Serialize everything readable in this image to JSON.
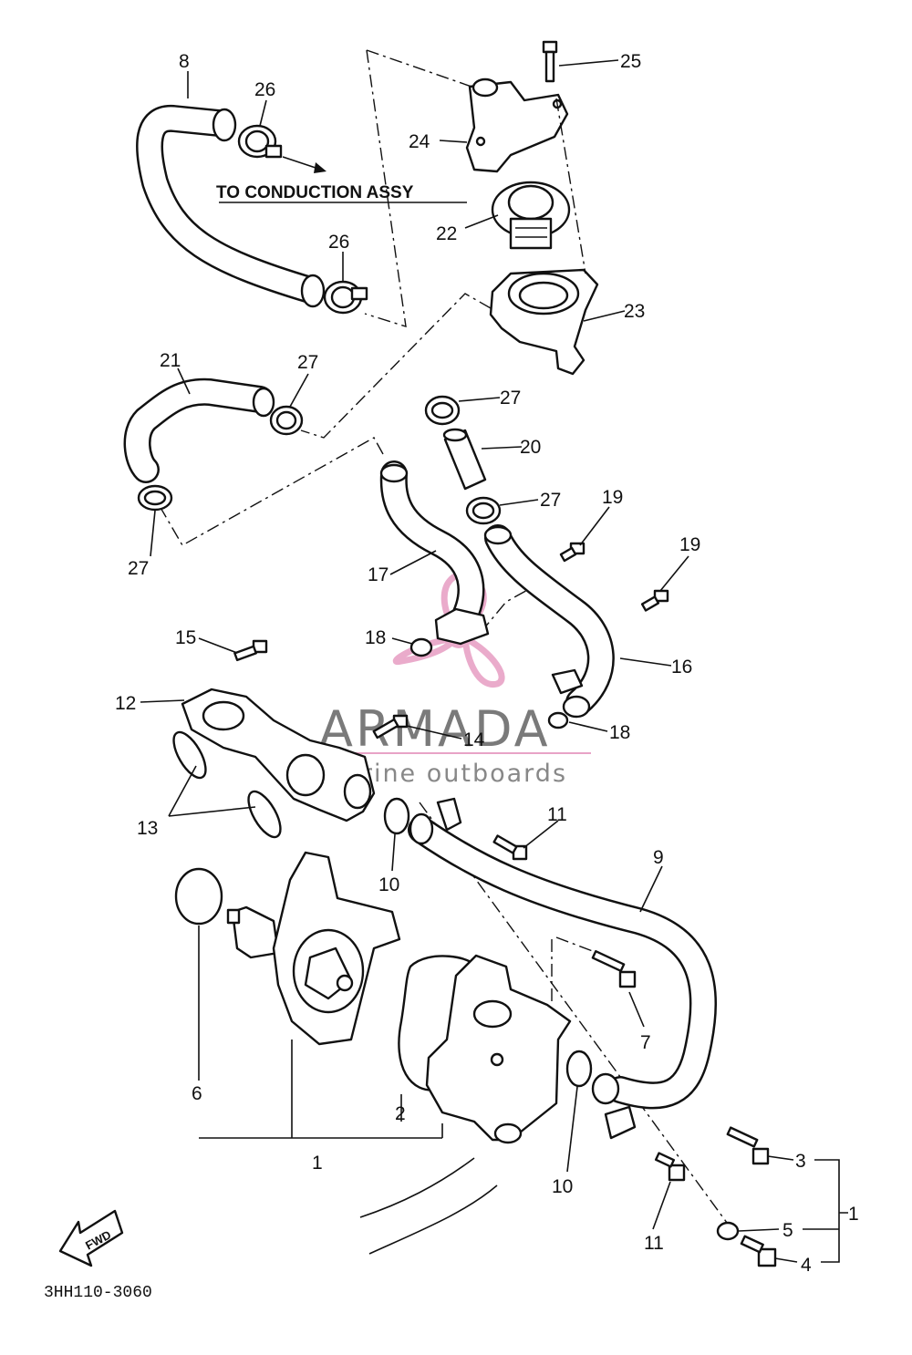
{
  "diagram": {
    "heading": "TO CONDUCTION ASSY",
    "reference_code": "3HH110-3060",
    "fwd_label": "FWD",
    "watermark": {
      "title": "ARMADA",
      "subtitle": "marine outboards",
      "logo_color": "#e8a3c6",
      "text_color": "#7a7a7a"
    },
    "callouts": {
      "c1": "1",
      "c2": "2",
      "c3": "3",
      "c4": "4",
      "c5": "5",
      "c6": "6",
      "c7": "7",
      "c8": "8",
      "c9": "9",
      "c10": "10",
      "c11": "11",
      "c12": "12",
      "c13": "13",
      "c14": "14",
      "c15": "15",
      "c16": "16",
      "c17": "17",
      "c18": "18",
      "c19": "19",
      "c20": "20",
      "c21": "21",
      "c22": "22",
      "c23": "23",
      "c24": "24",
      "c25": "25",
      "c26": "26",
      "c27": "27"
    }
  }
}
